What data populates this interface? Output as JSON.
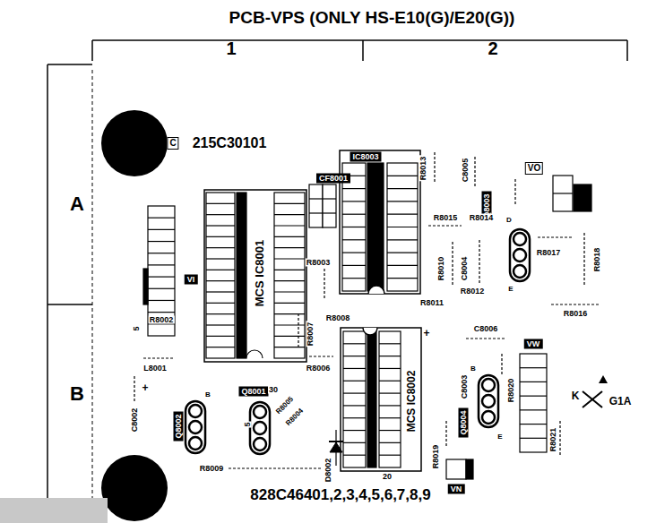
{
  "diagram": {
    "title": "PCB-VPS (ONLY HS-E10(G)/E20(G))",
    "nodes": [
      {
        "text": [
          "C"
        ]
      },
      {
        "text": [
          "CF8001"
        ]
      },
      {
        "text": [
          "IC8003"
        ]
      },
      {
        "text": [
          "VI"
        ]
      },
      {
        "text": [
          "Q8001"
        ]
      },
      {
        "text": [
          "Q8002"
        ]
      },
      {
        "text": [
          "Q8003"
        ]
      },
      {
        "text": [
          "Q8004"
        ]
      },
      {
        "text": [
          "VO"
        ]
      },
      {
        "text": [
          "VW"
        ]
      },
      {
        "text": [
          "VN"
        ]
      }
    ],
    "labels": [
      "1",
      "2",
      "A",
      "B",
      "215C30101",
      "R8013",
      "C8005",
      "R8015",
      "R8014",
      "D",
      "R8017",
      "R8018",
      "R8003",
      "R8010",
      "C8004",
      "R8012",
      "E",
      "R8011",
      "R8016",
      "5",
      "R8002",
      "R8008",
      "R8007",
      "C8006",
      "MCS IC8001",
      "MCS IC8002",
      "+",
      "L8001",
      "R8006",
      "C8003",
      "B",
      "R8020",
      "+",
      "B",
      "C8002",
      "30",
      "G1A",
      "K",
      "5",
      "R8005",
      "R8004",
      "R8009",
      "D8002",
      "20",
      "R8019",
      "E",
      "R8021",
      "828C46401,2,3,4,5,6,7,8,9"
    ]
  }
}
